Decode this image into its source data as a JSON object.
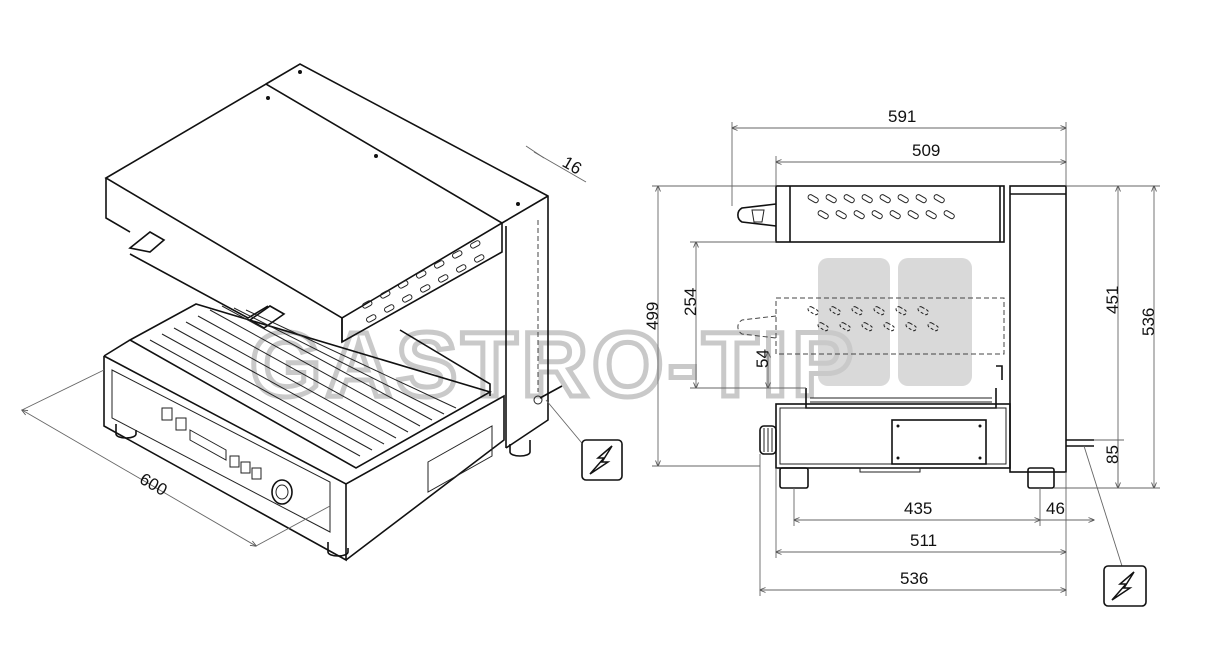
{
  "watermark": {
    "text": "GASTRO-TIP"
  },
  "power_symbol": "lightning-bolt-icon",
  "iso_view": {
    "width_dim": "600",
    "panel_thickness_dim": "16"
  },
  "side_view": {
    "top_overall_dim": "591",
    "top_element_dim": "509",
    "left_height_dim": "499",
    "travel_dim": "254",
    "min_gap_dim": "54",
    "right_height_dim": "451",
    "right_overall_height_dim": "536",
    "cable_height_dim": "85",
    "feet_span_dim": "435",
    "cable_offset_dim": "46",
    "base_depth_dim": "511",
    "overall_depth_dim": "536"
  }
}
